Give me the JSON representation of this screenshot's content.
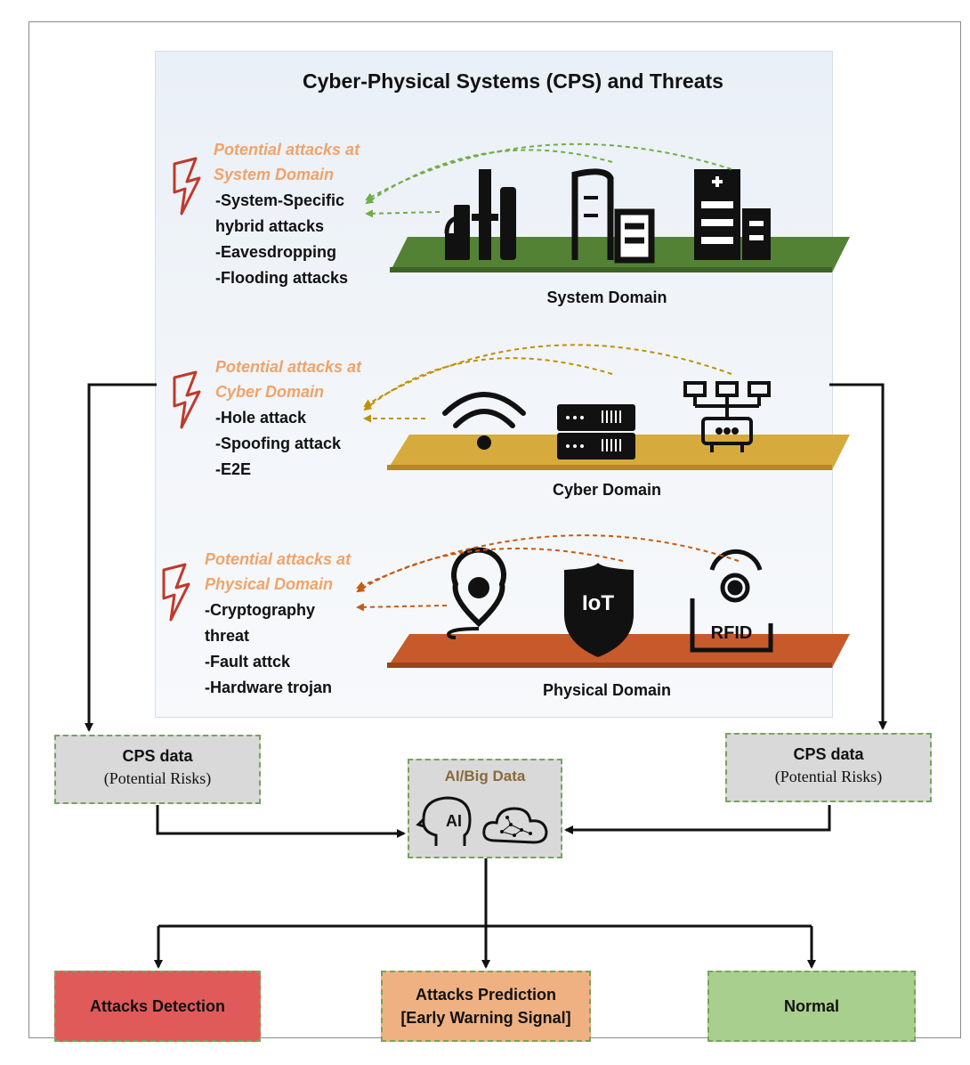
{
  "title": "Cyber-Physical Systems (CPS) and Threats",
  "domains": [
    {
      "heading": [
        "Potential attacks at",
        "System Domain"
      ],
      "attacks": [
        "-System-Specific",
        "hybrid attacks",
        "-Eavesdropping",
        "-Flooding attacks"
      ],
      "label": "System Domain",
      "platform_color": "#548235",
      "arrow_color": "#70ad47",
      "icons": [
        "factory-icon",
        "office-building-icon",
        "hospital-icon"
      ]
    },
    {
      "heading": [
        "Potential attacks at",
        "Cyber Domain"
      ],
      "attacks": [
        "-Hole attack",
        "-Spoofing attack",
        "-E2E"
      ],
      "label": "Cyber Domain",
      "platform_color": "#d6aa3c",
      "arrow_color": "#bf9000",
      "icons": [
        "wifi-icon",
        "server-icon",
        "network-hub-icon"
      ]
    },
    {
      "heading": [
        "Potential attacks at",
        "Physical Domain"
      ],
      "attacks": [
        "-Cryptography",
        "threat",
        "-Fault attck",
        "-Hardware trojan"
      ],
      "label": "Physical Domain",
      "platform_color": "#c65a2b",
      "arrow_color": "#c55a11",
      "icons": [
        "location-pin-icon",
        "iot-shield-icon",
        "rfid-icon"
      ]
    }
  ],
  "icon_text": {
    "iot": "IoT",
    "rfid": "RFID",
    "ai": "AI"
  },
  "cps_left": {
    "title": "CPS data",
    "subtitle": "(Potential Risks)"
  },
  "cps_right": {
    "title": "CPS data",
    "subtitle": "(Potential Risks)"
  },
  "ai_box": {
    "title": "AI/Big Data"
  },
  "outputs": [
    {
      "lines": [
        "Attacks Detection"
      ],
      "color": "#e05a5a"
    },
    {
      "lines": [
        "Attacks Prediction",
        "[Early Warning Signal]"
      ],
      "color": "#f0b182"
    },
    {
      "lines": [
        "Normal"
      ],
      "color": "#a9cf8e"
    }
  ]
}
